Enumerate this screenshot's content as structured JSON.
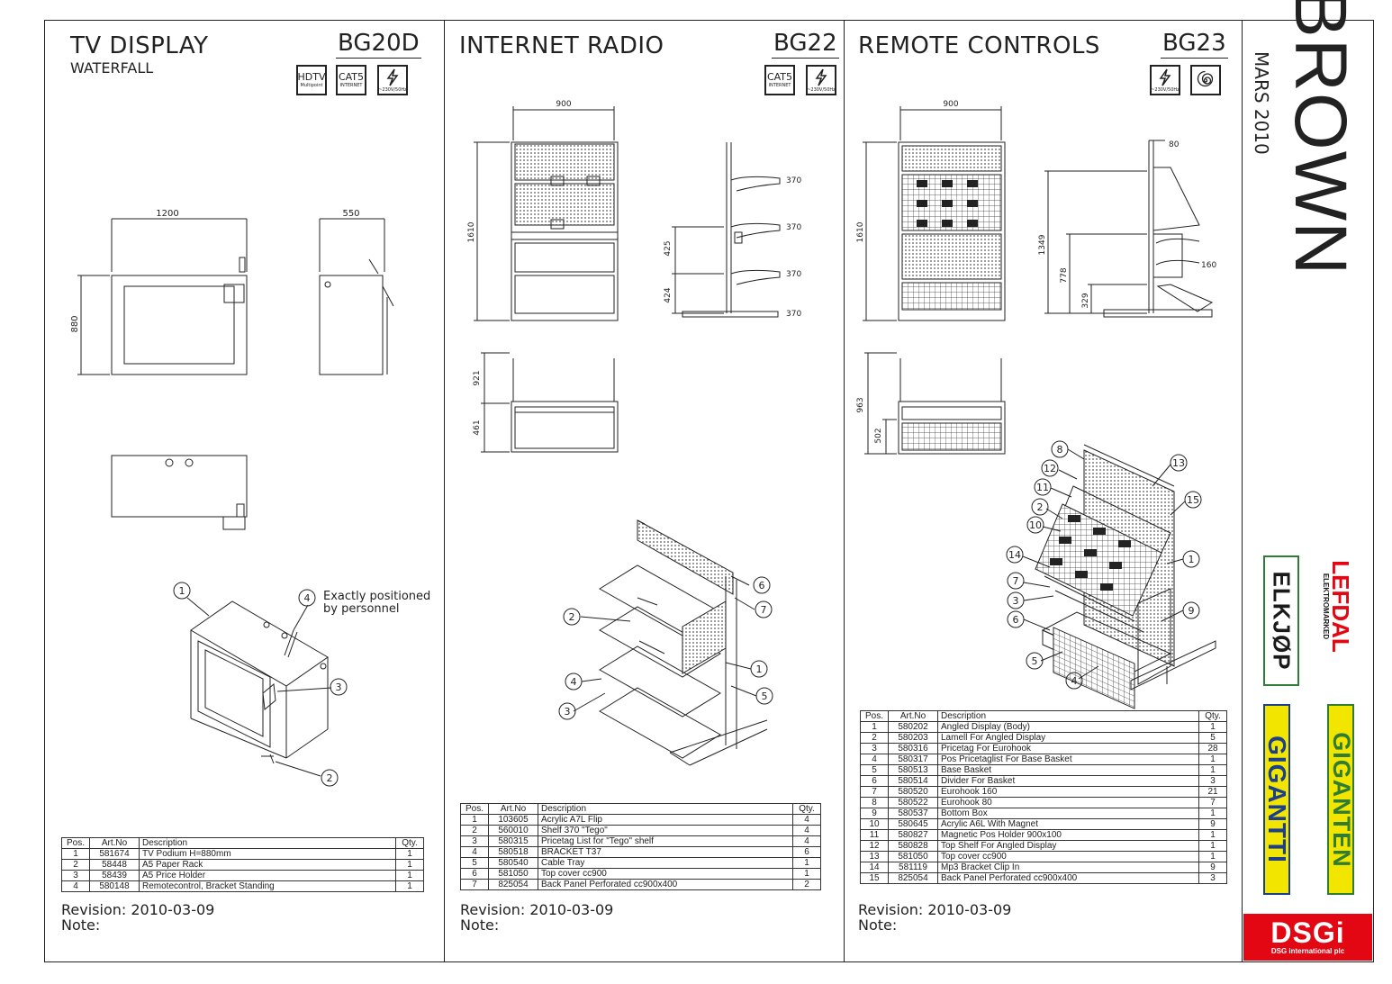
{
  "sidebar": {
    "brand_title": "BROWN",
    "date": "MARS 2010",
    "logos": [
      "ELKJØP",
      "LEFDAL",
      "ELEKTROMARKED",
      "GIGANTTI",
      "GIGANTEN"
    ],
    "dsgi": "DSGi",
    "dsgi_sub": "DSG international plc"
  },
  "panels": [
    {
      "title": "TV DISPLAY",
      "subtitle": "WATERFALL",
      "code": "BG20D",
      "icons": [
        {
          "name": "hdtv-icon",
          "label": "HDTV",
          "sub": "Multipoint"
        },
        {
          "name": "cat5-icon",
          "label": "CAT5",
          "sub": "INTERNET"
        },
        {
          "name": "power-icon",
          "label": "",
          "sub": "~230V/50Hz"
        }
      ],
      "dims": {
        "width": "1200",
        "height": "880",
        "depth": "550"
      },
      "callout_note": [
        "Exactly positioned",
        "by personnel"
      ],
      "bom_headers": [
        "Pos.",
        "Art.No",
        "Description",
        "Qty."
      ],
      "bom": [
        [
          "1",
          "581674",
          "TV Podium  H=880mm",
          "1"
        ],
        [
          "2",
          "58448",
          "A5 Paper Rack",
          "1"
        ],
        [
          "3",
          "58439",
          "A5 Price Holder",
          "1"
        ],
        [
          "4",
          "580148",
          "Remotecontrol, Bracket Standing",
          "1"
        ]
      ],
      "revision": "Revision: 2010-03-09",
      "note": "Note:"
    },
    {
      "title": "INTERNET RADIO",
      "subtitle": "",
      "code": "BG22",
      "icons": [
        {
          "name": "cat5-icon",
          "label": "CAT5",
          "sub": "INTERNET"
        },
        {
          "name": "power-icon",
          "label": "",
          "sub": "~230V/50Hz"
        }
      ],
      "dims": {
        "width": "900",
        "height": "1610",
        "h1": "425",
        "h2": "424",
        "shelf": "370",
        "depth1": "921",
        "depth2": "461"
      },
      "bom_headers": [
        "Pos.",
        "Art.No",
        "Description",
        "Qty."
      ],
      "bom": [
        [
          "1",
          "103605",
          "Acrylic A7L Flip",
          "4"
        ],
        [
          "2",
          "560010",
          "Shelf 370 \"Tego\"",
          "4"
        ],
        [
          "3",
          "580315",
          "Pricetag List for \"Tego\" shelf",
          "4"
        ],
        [
          "4",
          "580518",
          "BRACKET T37",
          "6"
        ],
        [
          "5",
          "580540",
          "Cable Tray",
          "1"
        ],
        [
          "6",
          "581050",
          "Top cover cc900",
          "1"
        ],
        [
          "7",
          "825054",
          "Back Panel Perforated cc900x400",
          "2"
        ]
      ],
      "revision": "Revision: 2010-03-09",
      "note": "Note:"
    },
    {
      "title": "REMOTE CONTROLS",
      "subtitle": "",
      "code": "BG23",
      "icons": [
        {
          "name": "power-icon",
          "label": "",
          "sub": "~230V/50Hz"
        },
        {
          "name": "spiral-icon",
          "label": "",
          "sub": ""
        }
      ],
      "dims": {
        "width": "900",
        "height": "1610",
        "h1": "1349",
        "h2": "778",
        "h3": "329",
        "top": "80",
        "hook": "160",
        "depth1": "963",
        "depth2": "502"
      },
      "bom_headers": [
        "Pos.",
        "Art.No",
        "Description",
        "Qty."
      ],
      "bom": [
        [
          "1",
          "580202",
          "Angled Display  (Body)",
          "1"
        ],
        [
          "2",
          "580203",
          "Lamell For Angled Display",
          "5"
        ],
        [
          "3",
          "580316",
          "Pricetag For Eurohook",
          "28"
        ],
        [
          "4",
          "580317",
          "Pos Pricetaglist For Base Basket",
          "1"
        ],
        [
          "5",
          "580513",
          "Base Basket",
          "1"
        ],
        [
          "6",
          "580514",
          "Divider For Basket",
          "3"
        ],
        [
          "7",
          "580520",
          "Eurohook 160",
          "21"
        ],
        [
          "8",
          "580522",
          "Eurohook 80",
          "7"
        ],
        [
          "9",
          "580537",
          "Bottom Box",
          "1"
        ],
        [
          "10",
          "580645",
          "Acrylic A6L With Magnet",
          "9"
        ],
        [
          "11",
          "580827",
          "Magnetic Pos Holder 900x100",
          "1"
        ],
        [
          "12",
          "580828",
          "Top Shelf For Angled Display",
          "1"
        ],
        [
          "13",
          "581050",
          "Top cover cc900",
          "1"
        ],
        [
          "14",
          "581119",
          "Mp3 Bracket Clip In",
          "9"
        ],
        [
          "15",
          "825054",
          "Back Panel Perforated cc900x400",
          "3"
        ]
      ],
      "revision": "Revision: 2010-03-09",
      "note": "Note:"
    }
  ],
  "colors": {
    "line": "#222222",
    "dsgi_red": "#e30613",
    "logo_green": "#2e7d32",
    "logo_blue": "#1c3f8c",
    "logo_yellow": "#f2e600"
  }
}
